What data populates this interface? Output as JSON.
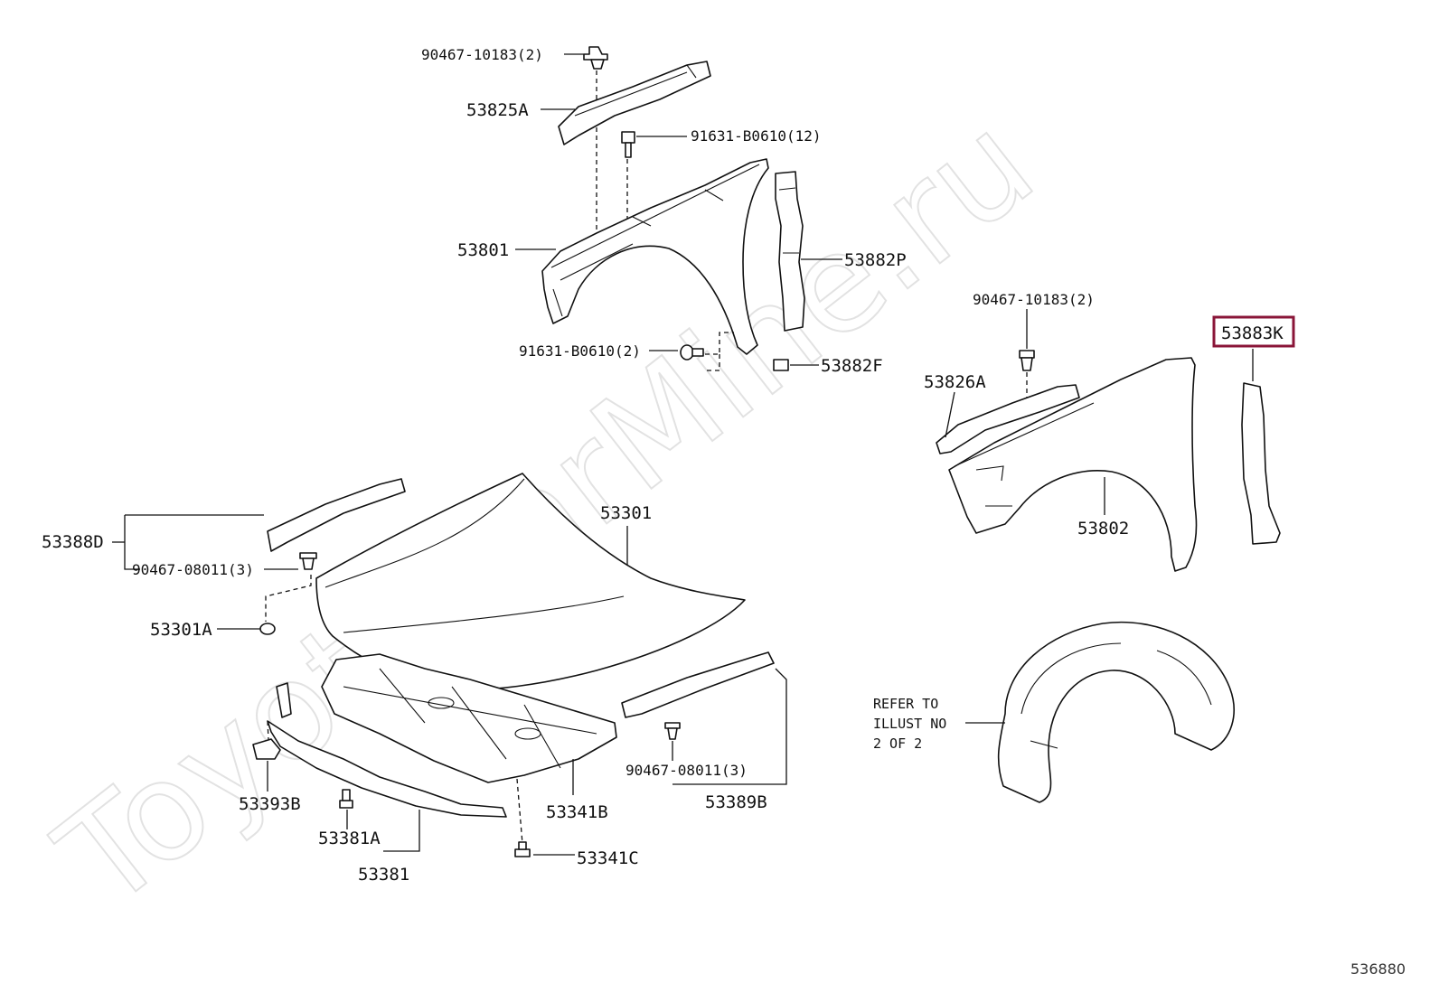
{
  "watermark": "ToyotaCarMine.ru",
  "image_id": "536880",
  "labels": {
    "p90467_10183_top": "90467-10183(2)",
    "p53825A": "53825A",
    "p91631_B0610_12": "91631-B0610(12)",
    "p53801": "53801",
    "p53882P": "53882P",
    "p91631_B0610_2": "91631-B0610(2)",
    "p53882F": "53882F",
    "p90467_10183_right": "90467-10183(2)",
    "p53883K": "53883K",
    "p53826A": "53826A",
    "p53802": "53802",
    "p53388D": "53388D",
    "p90467_08011_left": "90467-08011(3)",
    "p53301": "53301",
    "p53301A": "53301A",
    "p53393B": "53393B",
    "p53381A": "53381A",
    "p53381": "53381",
    "p53341B": "53341B",
    "p53341C": "53341C",
    "p90467_08011_right": "90467-08011(3)",
    "p53389B": "53389B"
  },
  "note": {
    "line1": "REFER TO",
    "line2": "ILLUST NO",
    "line3": "2 OF 2"
  },
  "highlight_color": "#8a1538"
}
